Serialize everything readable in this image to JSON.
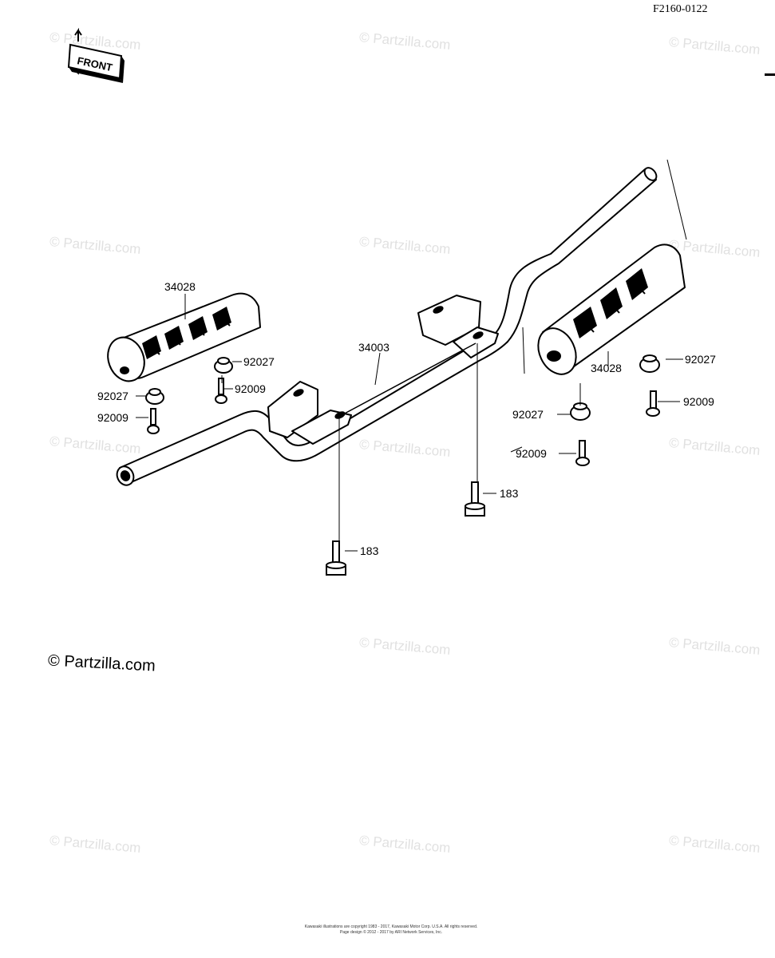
{
  "drawing_id": "F2160-0122",
  "front_label": "FRONT",
  "watermark": "© Partzilla.com",
  "watermark_main": "© Partzilla.com",
  "footer": {
    "line1": "Kawasaki illustrations are copyright 1983 - 2017, Kawasaki Motor Corp. U.S.A. All rights reserved.",
    "line2": "Page design © 2012 - 2017 by ARI Network Services, Inc."
  },
  "labels": {
    "footrest_left": "34028",
    "footrest_right": "34028",
    "bracket": "34003",
    "collar_left_upper": "92027",
    "collar_left_lower": "92027",
    "collar_right_upper": "92027",
    "collar_right_lower": "92027",
    "bolt_left_upper": "92009",
    "bolt_left_lower": "92009",
    "bolt_right_upper": "92009",
    "bolt_right_lower": "92009",
    "mount_bolt_right": "183",
    "mount_bolt_left": "183"
  }
}
